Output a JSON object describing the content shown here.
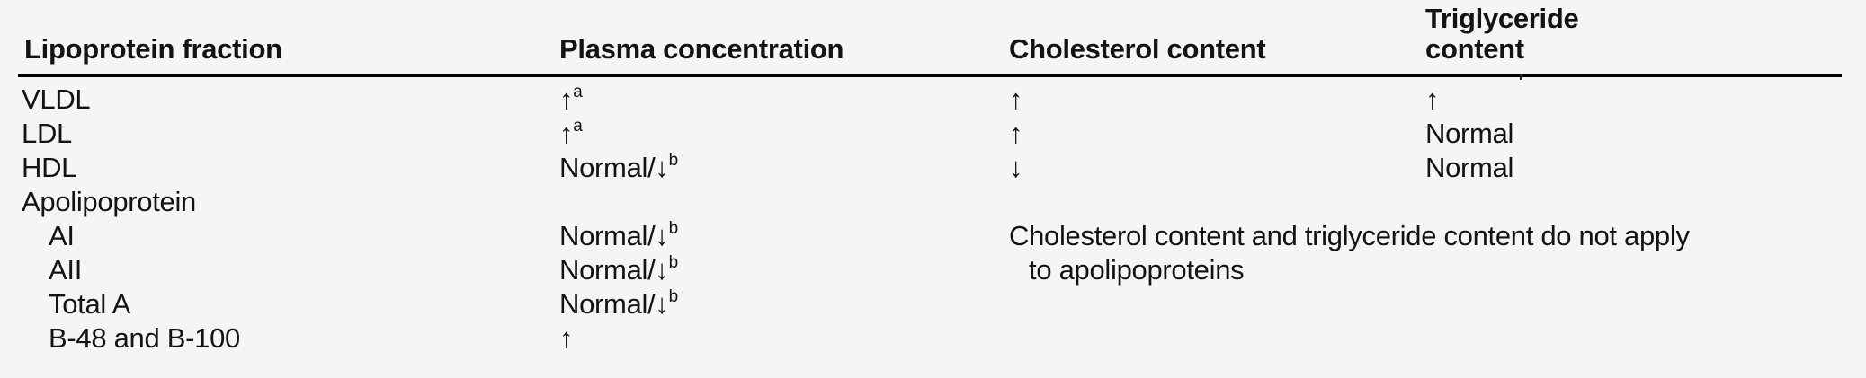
{
  "page": {
    "background_color": "#f5f5f5",
    "text_color": "#131313",
    "rule_color": "#000000"
  },
  "table": {
    "headers": [
      {
        "label": "Lipoprotein fraction"
      },
      {
        "label": "Plasma concentration"
      },
      {
        "label": "Cholesterol content"
      },
      {
        "label": "Triglyceride content"
      }
    ],
    "rows": [
      {
        "fraction": "VLDL",
        "plasma": "↑",
        "plasma_note": "a",
        "cholesterol": "↑",
        "triglyceride": "↑"
      },
      {
        "fraction": "LDL",
        "plasma": "↑",
        "plasma_note": "a",
        "cholesterol": "↑",
        "triglyceride": "Normal"
      },
      {
        "fraction": "HDL",
        "plasma": "Normal/↓",
        "plasma_note": "b",
        "cholesterol": "↓",
        "triglyceride": "Normal"
      },
      {
        "fraction": "Apolipoprotein"
      },
      {
        "fraction": "AI",
        "plasma": "Normal/↓",
        "plasma_note": "b"
      },
      {
        "fraction": "AII",
        "plasma": "Normal/↓",
        "plasma_note": "b"
      },
      {
        "fraction": "Total A",
        "plasma": "Normal/↓",
        "plasma_note": "b"
      },
      {
        "fraction": "B-48 and B-100",
        "plasma": "↑"
      }
    ],
    "span_note_lines": [
      "Cholesterol content and triglyceride content do not apply",
      "to apolipoproteins"
    ]
  }
}
